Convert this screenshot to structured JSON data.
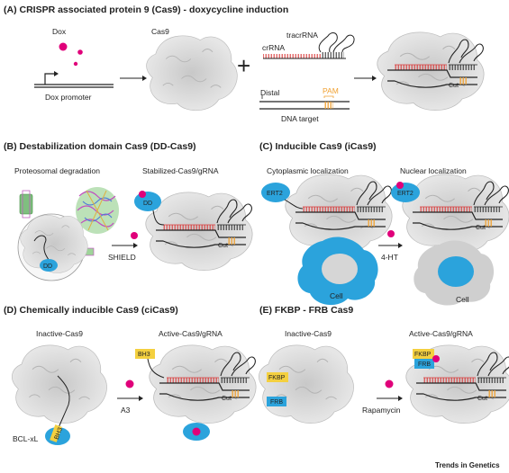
{
  "panel_a": {
    "title": "(A) CRISPR associated protein 9 (Cas9) - doxycycline induction",
    "dox": "Dox",
    "cas9": "Cas9",
    "dox_promoter": "Dox promoter",
    "tracrrna": "tracrRNA",
    "crrna": "crRNA",
    "distal": "Distal",
    "pam": "PAM",
    "dna_target": "DNA target",
    "cut": "Cut"
  },
  "panel_b": {
    "title": "(B) Destabilization domain Cas9 (DD-Cas9)",
    "left_caption": "Proteosomal degradation",
    "right_caption": "Stabilized-Cas9/gRNA",
    "dd": "DD",
    "dd_right": "DD",
    "drug": "SHIELD",
    "cut": "Cut"
  },
  "panel_c": {
    "title": "(C) Inducible Cas9 (iCas9)",
    "left_caption": "Cytoplasmic localization",
    "right_caption": "Nuclear localization",
    "ert2": "ERT2",
    "ert2_right": "ERT2",
    "drug": "4-HT",
    "cell": "Cell",
    "cell_right": "Cell",
    "cut": "Cut"
  },
  "panel_d": {
    "title": "(D) Chemically inducible Cas9 (ciCas9)",
    "left_caption": "Inactive-Cas9",
    "right_caption": "Active-Cas9/gRNA",
    "bh3": "BH3",
    "bh3_right": "BH3",
    "bclxl": "BCL-xL",
    "drug": "A3",
    "cut": "Cut"
  },
  "panel_e": {
    "title": "(E) FKBP - FRB Cas9",
    "left_caption": "Inactive-Cas9",
    "right_caption": "Active-Cas9/gRNA",
    "fkbp": "FKBP",
    "frb": "FRB",
    "fkbp_right": "FKBP",
    "frb_right": "FRB",
    "drug": "Rapamycin",
    "cut": "Cut"
  },
  "footer": "Trends in Genetics",
  "colors": {
    "magenta": "#e0007a",
    "blue": "#2ba3dc",
    "yellow": "#f4d03f",
    "orange": "#f0a030",
    "rna_red": "#d83a3a",
    "protein_grey": "#d4d4d4"
  }
}
